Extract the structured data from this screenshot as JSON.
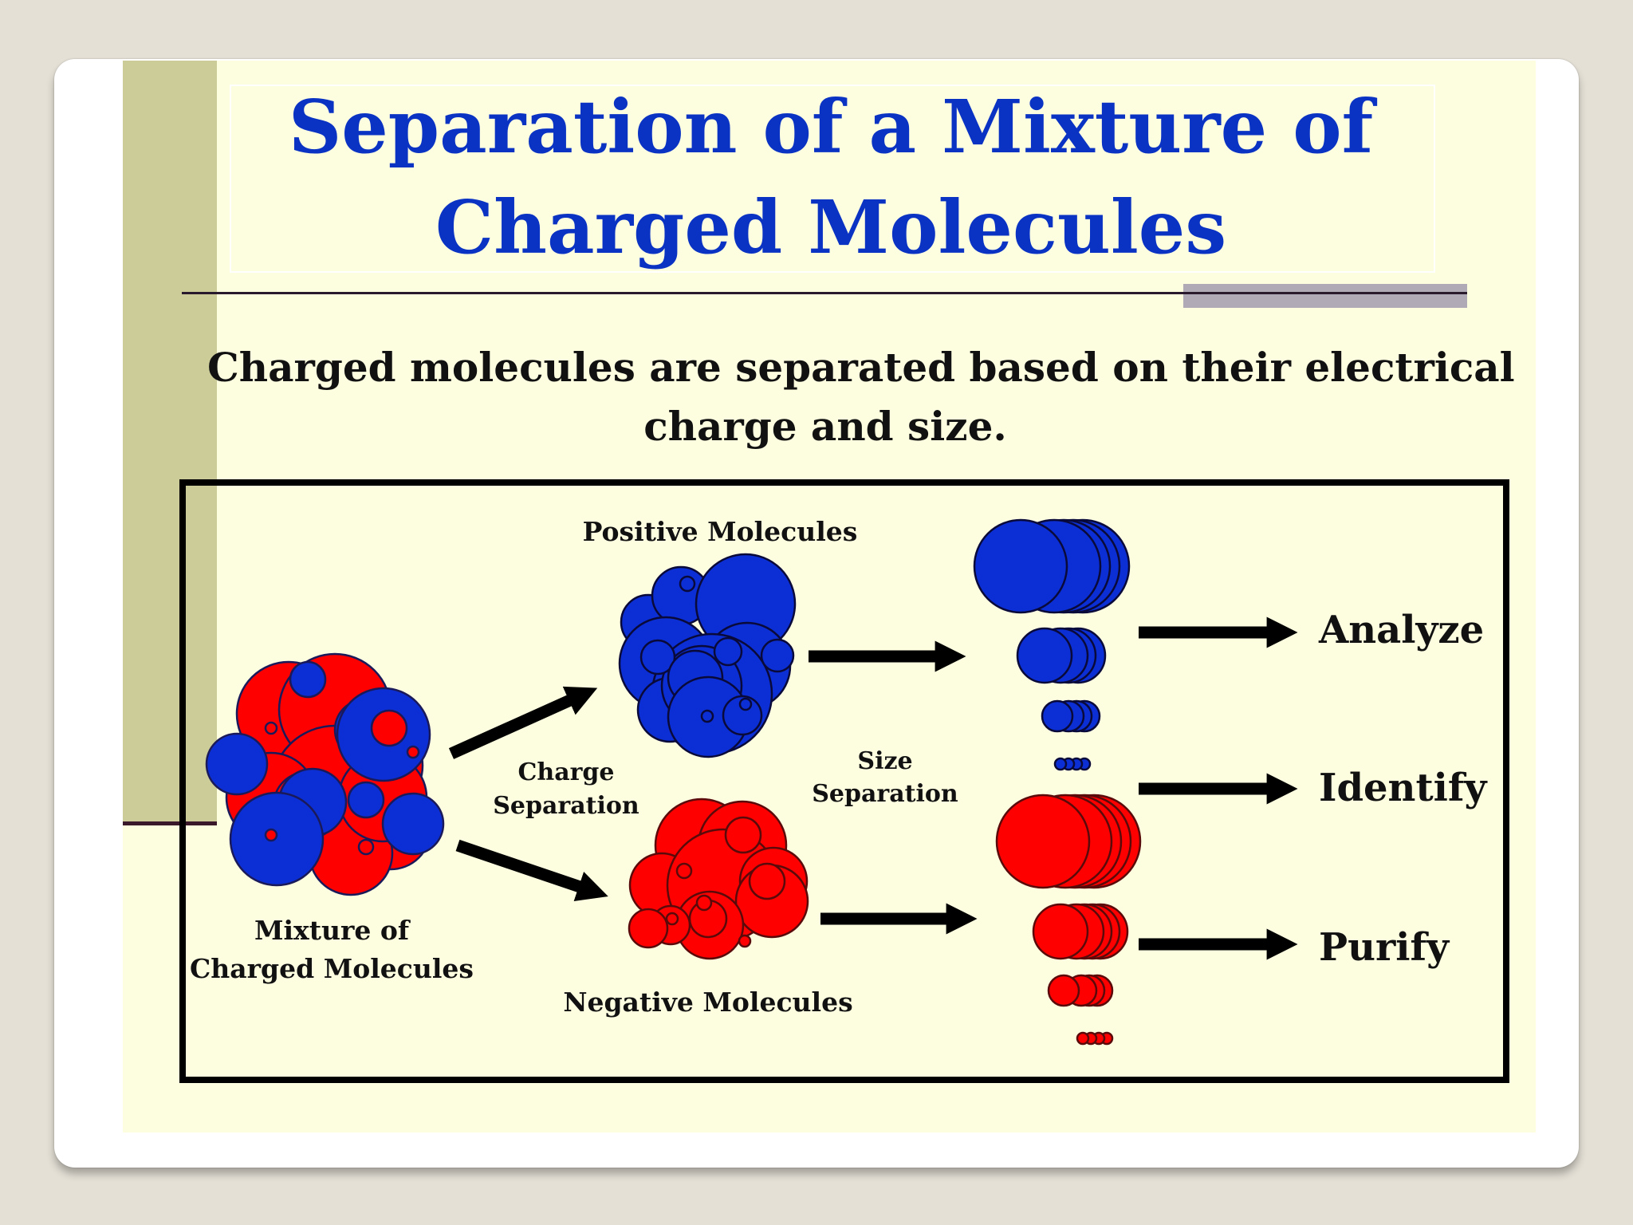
{
  "slide": {
    "title_line1": "Separation of a Mixture of",
    "title_line2": "Charged Molecules",
    "subtitle_line1": "Charged molecules are separated based on their electrical",
    "subtitle_line2": "charge and size."
  },
  "diagram": {
    "mixture_label_line1": "Mixture of",
    "mixture_label_line2": "Charged Molecules",
    "positive_label": "Positive Molecules",
    "negative_label": "Negative Molecules",
    "charge_sep_line1": "Charge",
    "charge_sep_line2": "Separation",
    "size_sep_line1": "Size",
    "size_sep_line2": "Separation",
    "outcomes": [
      "Analyze",
      "Identify",
      "Purify"
    ]
  },
  "colors": {
    "title": "#0a33c4",
    "positive": "#0b2fd4",
    "negative": "#ff0000",
    "background": "#fdfde0",
    "sidebar": "#cccc99"
  }
}
